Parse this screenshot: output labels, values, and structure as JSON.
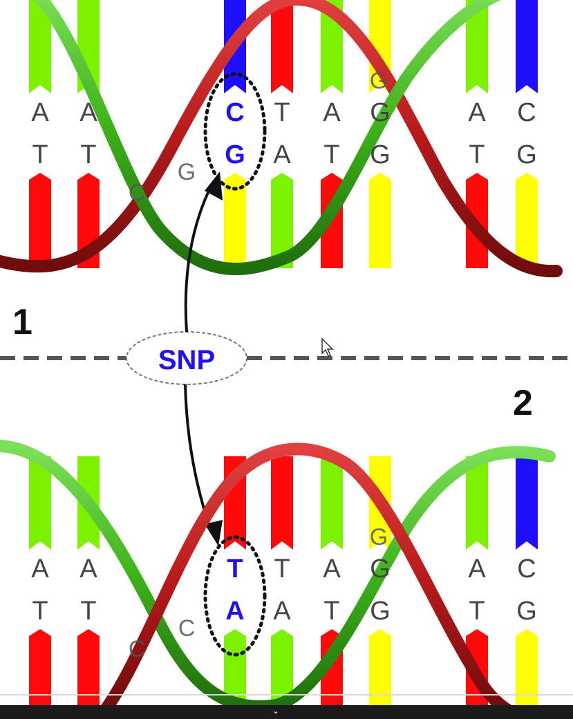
{
  "diagram": {
    "panel_1": {
      "label": "1",
      "top_letters": [
        "A",
        "A",
        "C",
        "T",
        "A",
        "G",
        "A",
        "C"
      ],
      "bottom_letters": [
        "T",
        "T",
        "G",
        "A",
        "T",
        "G",
        "T",
        "G"
      ],
      "hidden_letters": [
        "C",
        "G",
        "G"
      ],
      "snp_pair": [
        "C",
        "G"
      ]
    },
    "panel_2": {
      "label": "2",
      "top_letters": [
        "A",
        "A",
        "T",
        "T",
        "A",
        "G",
        "A",
        "C"
      ],
      "bottom_letters": [
        "T",
        "T",
        "A",
        "A",
        "T",
        "G",
        "T",
        "G"
      ],
      "hidden_letters": [
        "C",
        "C",
        "G"
      ],
      "snp_pair": [
        "T",
        "A"
      ]
    },
    "snp_label": "SNP",
    "colors": {
      "A": "#7df200",
      "T": "#ff0a0a",
      "C": "#1e10ff",
      "G": "#ffff00",
      "strand_green": "#3db21a",
      "strand_red": "#b81a1a",
      "snp_text": "#1e10ff",
      "dashed_line": "#555555"
    }
  },
  "player": {
    "chevron_icon": "chevron-down-icon"
  }
}
